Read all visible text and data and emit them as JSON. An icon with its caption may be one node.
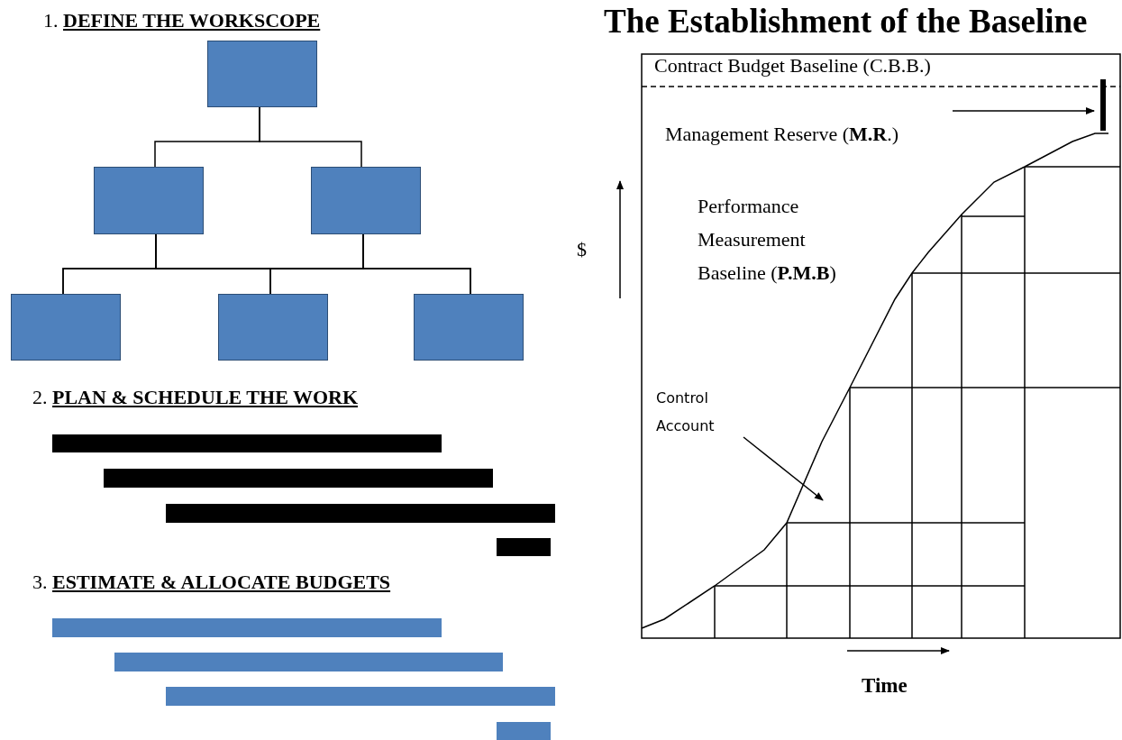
{
  "diagram": {
    "title": "The Establishment of the Baseline",
    "nodes": [
      {
        "text": [],
        "shape": "box"
      },
      {
        "text": [],
        "shape": "box"
      },
      {
        "text": [],
        "shape": "box"
      },
      {
        "text": [],
        "shape": "box"
      },
      {
        "text": [],
        "shape": "box"
      },
      {
        "text": [],
        "shape": "box"
      },
      {
        "text": [
          "Control Account"
        ]
      }
    ],
    "edges": [
      {
        "from": 0,
        "to": 1,
        "arrow": "none"
      },
      {
        "from": 0,
        "to": 2,
        "arrow": "none"
      },
      {
        "from": 1,
        "to": 3,
        "arrow": "none"
      },
      {
        "from": 1,
        "to": 4,
        "arrow": "none"
      },
      {
        "from": 1,
        "to": 5,
        "arrow": "none"
      },
      {
        "from": 2,
        "to": 3,
        "arrow": "none"
      },
      {
        "from": 2,
        "to": 4,
        "arrow": "none"
      },
      {
        "from": 2,
        "to": 5,
        "arrow": "none"
      },
      {
        "from": 6,
        "to": null,
        "arrow": "to"
      }
    ],
    "labels": [
      "1. **DEFINE THE WORKSCOPE**",
      "Contract Budget Baseline (C.B.B.)",
      "Management Reserve (**M.R**.)",
      "Performance Measurement Baseline (**P.M.B**)",
      "$",
      "2. **PLAN & SCHEDULE THE WORK**",
      "3. **ESTIMATE & ALLOCATE BUDGETS**",
      "Time"
    ]
  }
}
